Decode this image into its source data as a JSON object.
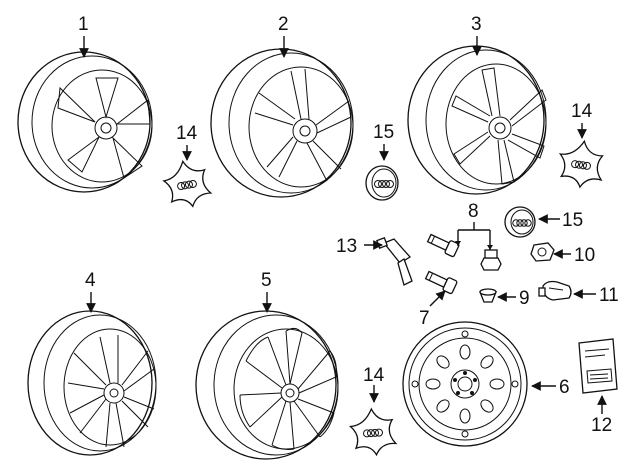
{
  "callouts": {
    "c1": "1",
    "c2": "2",
    "c3": "3",
    "c4": "4",
    "c5": "5",
    "c6": "6",
    "c7": "7",
    "c8": "8",
    "c9": "9",
    "c10": "10",
    "c11": "11",
    "c12": "12",
    "c13": "13",
    "c14a": "14",
    "c14b": "14",
    "c14c": "14",
    "c15a": "15",
    "c15b": "15"
  },
  "icons": [
    "wheel-icon",
    "center-cap-icon",
    "emblem-icon",
    "valve-stem-icon",
    "tpms-sensor-icon",
    "lug-bolt-icon",
    "lug-nut-icon",
    "spare-wheel-icon",
    "label-card-icon"
  ]
}
